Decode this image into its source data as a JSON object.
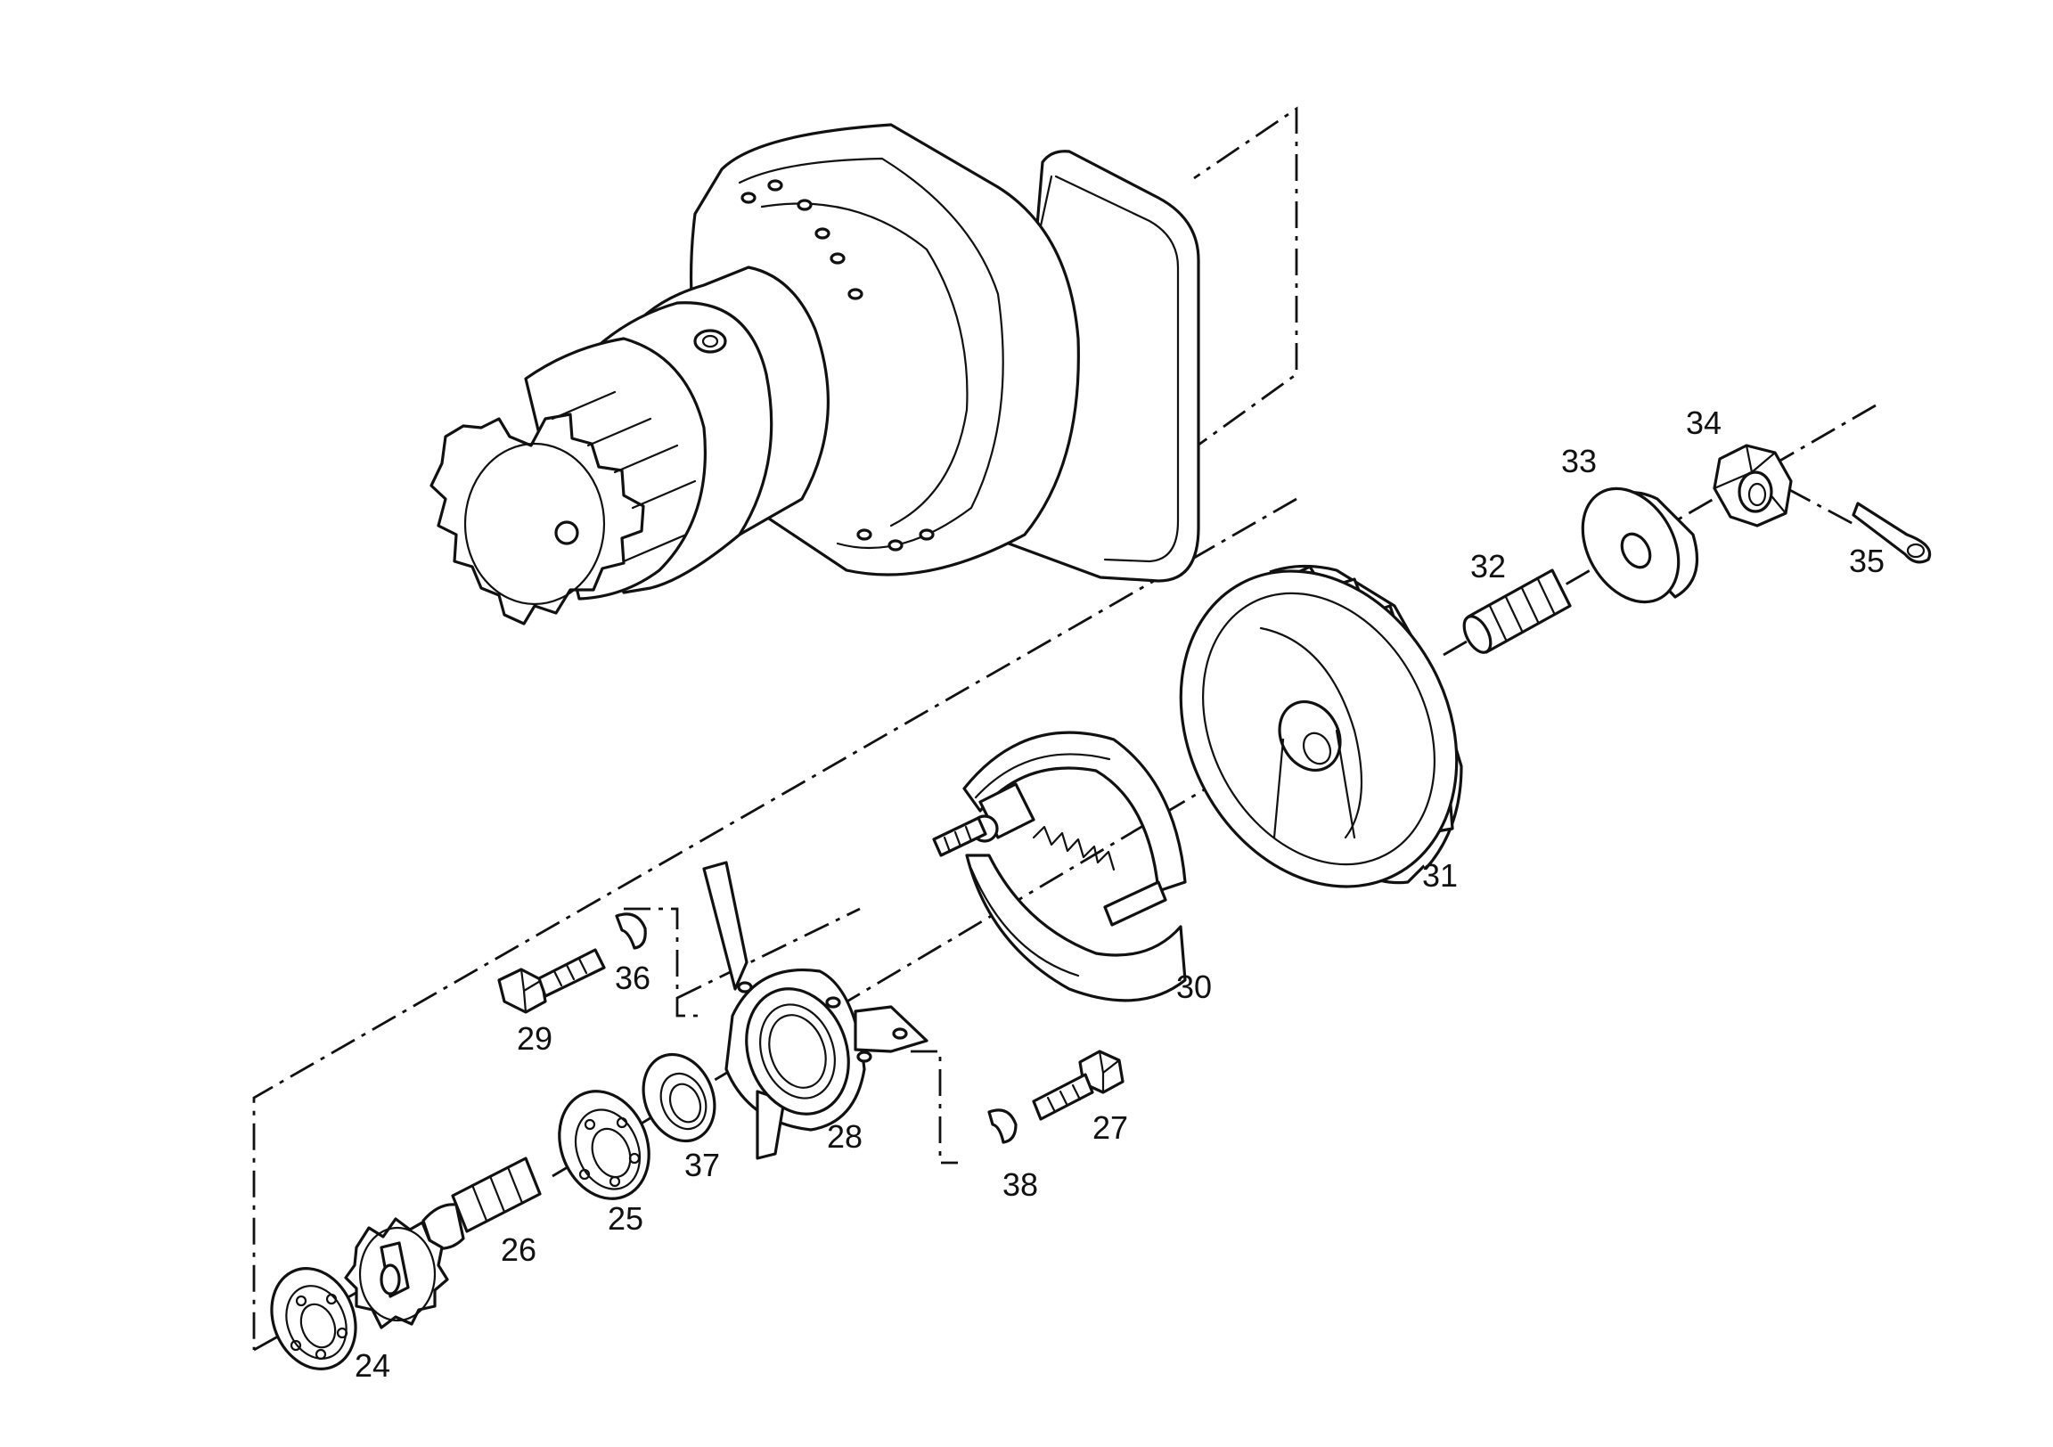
{
  "callouts": {
    "p24": "24",
    "p25": "25",
    "p26": "26",
    "p27": "27",
    "p28": "28",
    "p29": "29",
    "p30": "30",
    "p31": "31",
    "p32": "32",
    "p33": "33",
    "p34": "34",
    "p35": "35",
    "p36": "36",
    "p37": "37",
    "p38": "38"
  }
}
